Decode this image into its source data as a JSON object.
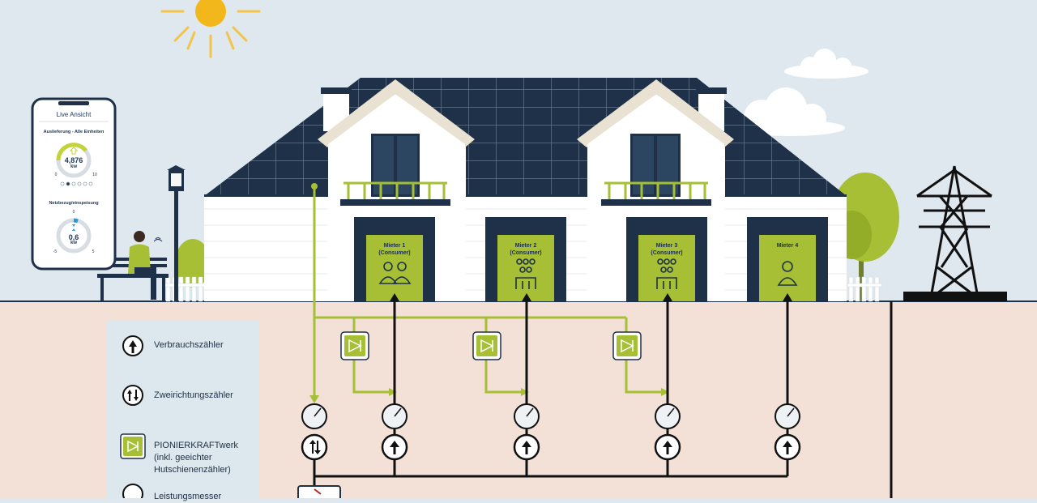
{
  "phone": {
    "title": "Live Ansicht",
    "section1_title": "Auslieferung - Alle Einheiten",
    "gauge1_value": "4,876",
    "gauge1_unit": "kw",
    "gauge1_min": "0",
    "gauge1_max": "10",
    "section2_title": "Netzbezug/einspeisung",
    "gauge2_top": "0",
    "gauge2_value": "0,6",
    "gauge2_unit": "kw",
    "gauge2_min": "-5",
    "gauge2_max": "5"
  },
  "tenants": [
    {
      "line1": "Mieter 1",
      "line2": "(Consumer)",
      "icon": "two-people-icon"
    },
    {
      "line1": "Mieter 2",
      "line2": "(Consumer)",
      "icon": "group-people-icon"
    },
    {
      "line1": "Mieter 3",
      "line2": "(Consumer)",
      "icon": "group-people-icon"
    },
    {
      "line1": "Mieter 4",
      "line2": "",
      "icon": "single-person-icon"
    }
  ],
  "legend": {
    "consumption_meter": "Verbrauchszähler",
    "bidirectional_meter": "Zweirichtungszähler",
    "pionierkraftwerk_line1": "PIONIERKRAFTwerk",
    "pionierkraftwerk_line2": "(inkl. geeichter",
    "pionierkraftwerk_line3": "Hutschienenzähler)",
    "power_meter": "Leistungsmesser"
  },
  "colors": {
    "sky": "#dfe8ef",
    "ground": "#f3e0d6",
    "navy": "#1e3148",
    "green": "#a6bf35",
    "sun": "#f2b81b"
  }
}
